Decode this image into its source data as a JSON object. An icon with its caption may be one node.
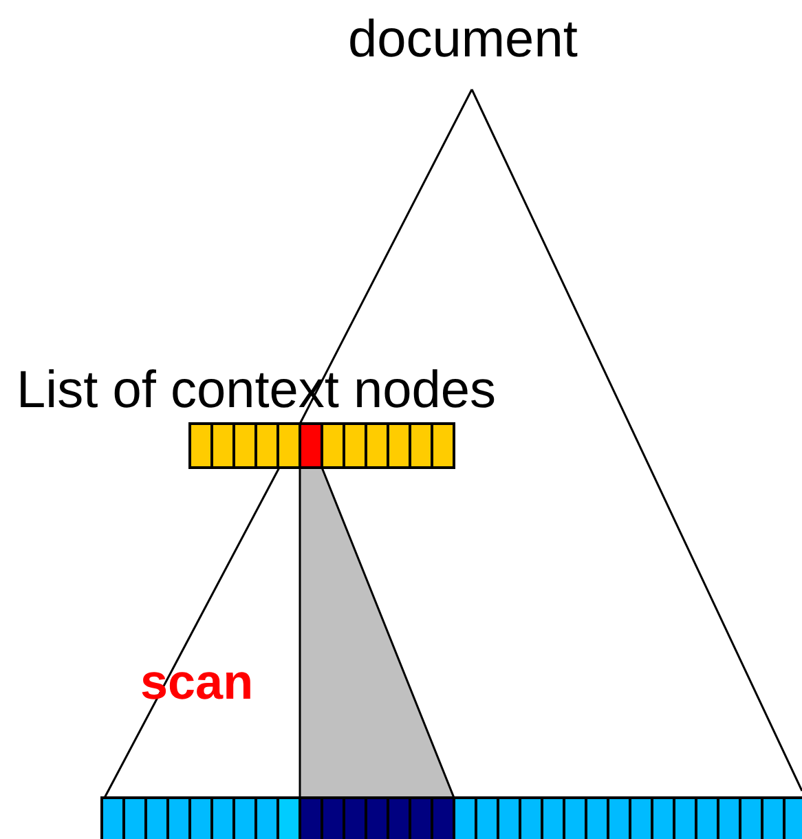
{
  "diagram": {
    "labels": [
      "document",
      "List of context nodes",
      "scan"
    ]
  }
}
